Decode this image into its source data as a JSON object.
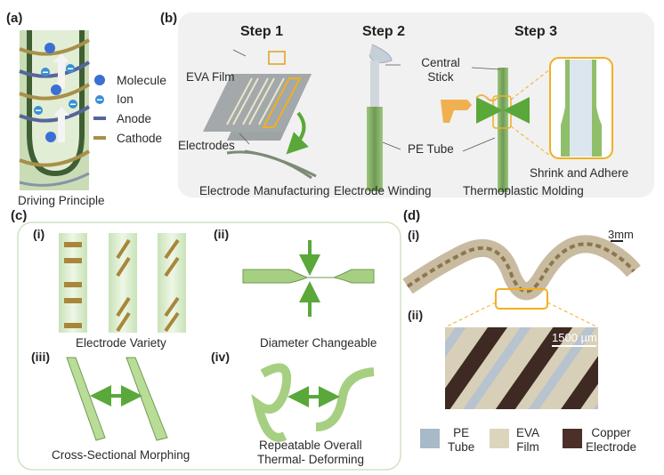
{
  "panels": {
    "a": {
      "label": "(a)",
      "caption": "Driving Principle",
      "legend": [
        {
          "name": "Molecule",
          "color": "#3b6fd4"
        },
        {
          "name": "Ion",
          "color": "#3b8fd4"
        },
        {
          "name": "Anode",
          "color": "#56669a"
        },
        {
          "name": "Cathode",
          "color": "#a8904a"
        }
      ]
    },
    "b": {
      "label": "(b)",
      "steps": [
        {
          "title": "Step 1",
          "caption": "Electrode Manufacturing",
          "labels": [
            "EVA Film",
            "Electrodes"
          ]
        },
        {
          "title": "Step 2",
          "caption": "Electrode Winding",
          "labels": [
            "Central Stick",
            "PE Tube"
          ]
        },
        {
          "title": "Step 3",
          "caption": "Thermoplastic Molding",
          "labels": [
            "Shrink and Adhere"
          ]
        }
      ]
    },
    "c": {
      "label": "(c)",
      "sub": [
        {
          "label": "(i)",
          "caption": "Electrode Variety"
        },
        {
          "label": "(ii)",
          "caption": "Diameter Changeable"
        },
        {
          "label": "(iii)",
          "caption": "Cross-Sectional Morphing"
        },
        {
          "label": "(iv)",
          "caption_line1": "Repeatable Overall",
          "caption_line2": "Thermal- Deforming"
        }
      ]
    },
    "d": {
      "label": "(d)",
      "sub_i": "(i)",
      "sub_ii": "(ii)",
      "scale_i": "3mm",
      "scale_ii": "1500 µm",
      "legend": [
        {
          "line1": "PE",
          "line2": "Tube"
        },
        {
          "line1": "EVA",
          "line2": "Film"
        },
        {
          "line1": "Copper",
          "line2": "Electrode"
        }
      ]
    }
  },
  "colors": {
    "green": "#5aa83a",
    "tube": "#8fbf6a",
    "gold": "#f0b020",
    "panel_bg": "#f1f1f1",
    "panel_border": "#cfe3c2"
  }
}
